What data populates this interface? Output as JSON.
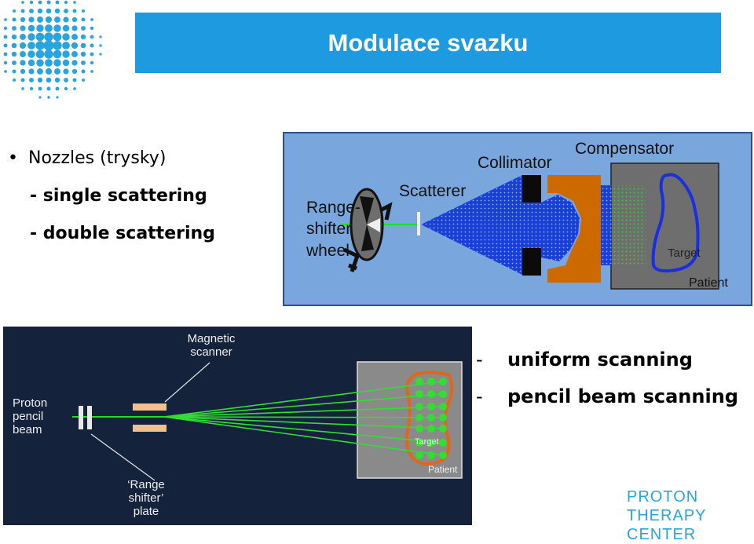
{
  "title": "Modulace svazku",
  "bullets": {
    "main": "Nozzles (trysky)",
    "sub1": "- single scattering",
    "sub2": "- double scattering"
  },
  "scattering_diagram": {
    "range_shifter": [
      "Range-",
      "shifter",
      "wheel"
    ],
    "scatterer": "Scatterer",
    "collimator": "Collimator",
    "compensator": "Compensator",
    "target": "Target",
    "patient": "Patient"
  },
  "scanning_diagram": {
    "magnetic_scanner": [
      "Magnetic",
      "scanner"
    ],
    "proton_pencil_beam": [
      "Proton",
      "pencil",
      "beam"
    ],
    "range_shifter_plate": [
      "‘Range",
      "shifter’",
      "plate"
    ],
    "target": "Target",
    "patient": "Patient"
  },
  "scanning_list": {
    "item1": "uniform scanning",
    "item2": "pencil beam scanning",
    "dash": "-"
  },
  "logo": {
    "line1": "PROTON",
    "line2": "THERAPY",
    "line3": "CENTER"
  },
  "colors": {
    "accent": "#1e9be0",
    "logo": "#2aa4df",
    "scanning_bg": "#14223b",
    "scatter_bg": "#6f9ed8",
    "beam_green": "#33dd33",
    "compensator": "#cc6600"
  }
}
